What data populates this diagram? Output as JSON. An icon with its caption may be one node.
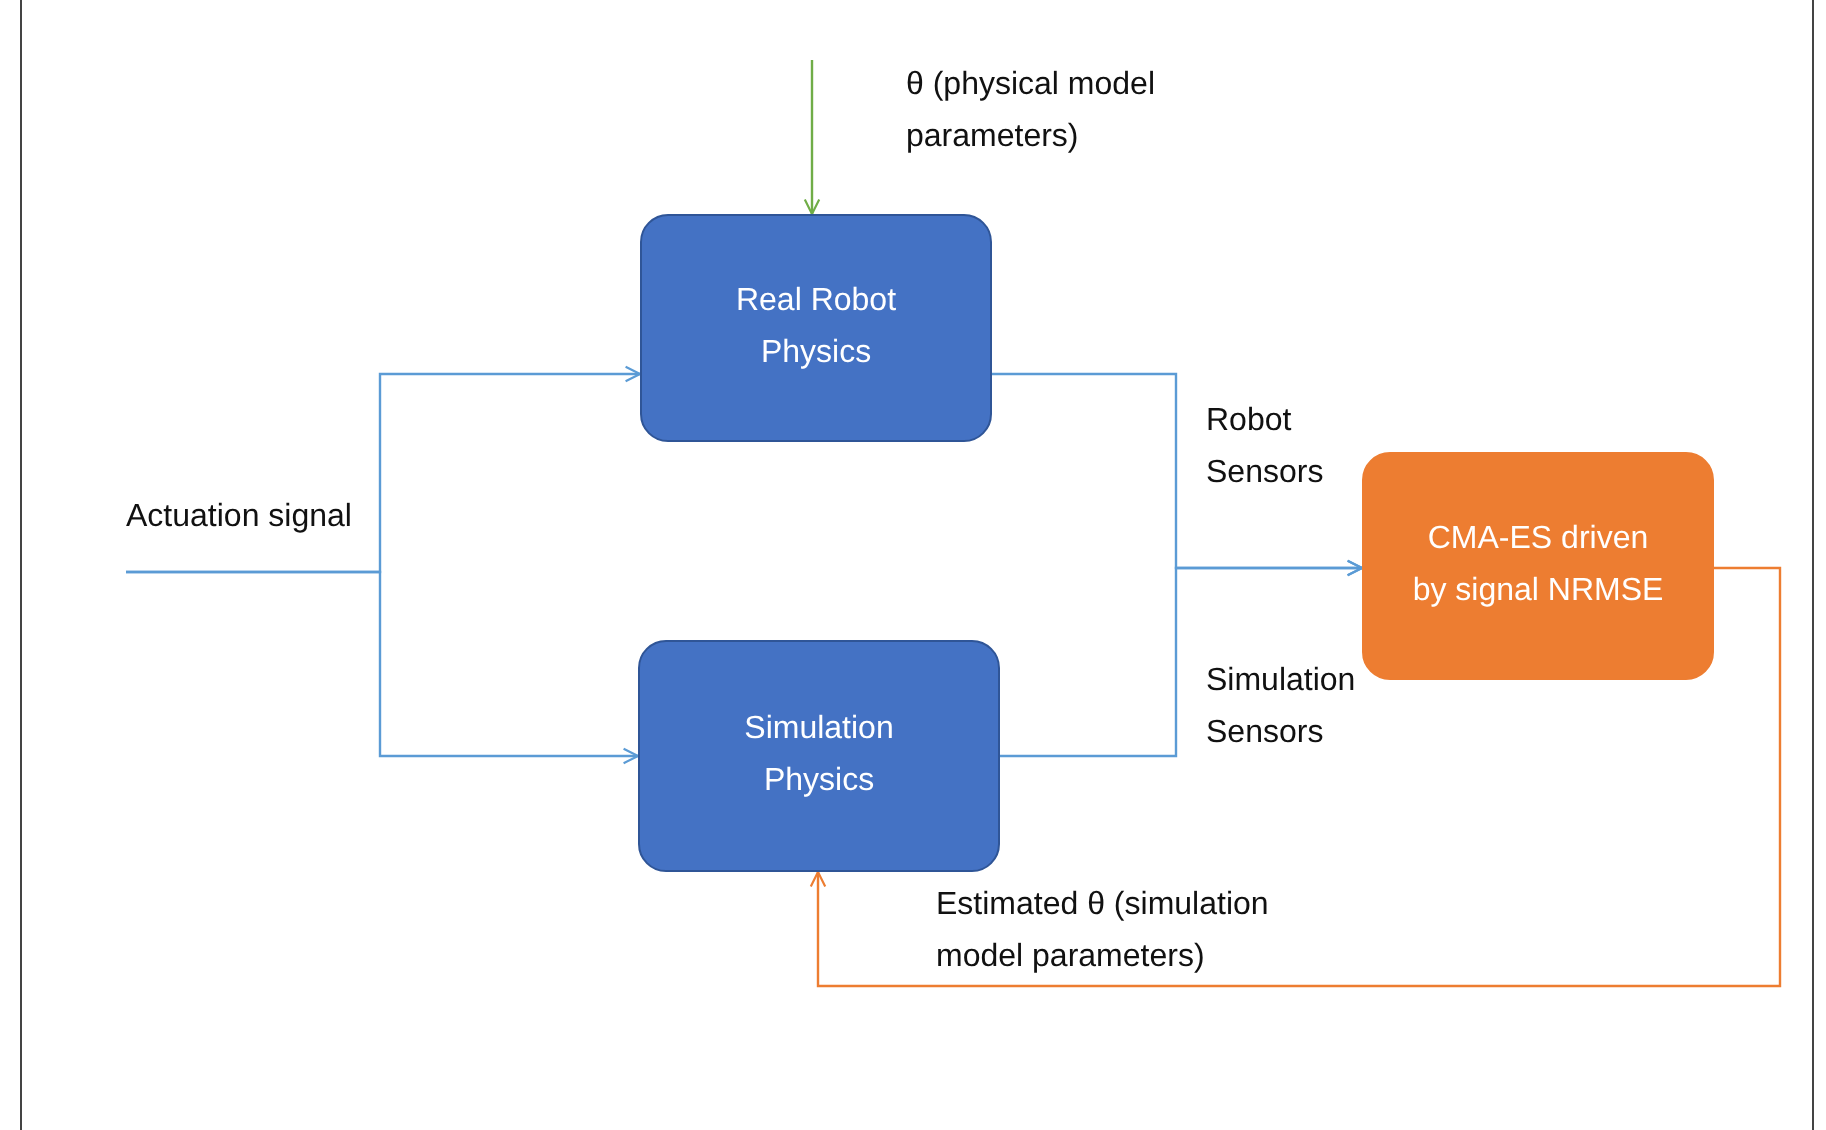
{
  "diagram": {
    "nodes": [
      {
        "text": [
          "Real Robot Physics"
        ]
      },
      {
        "text": [
          "Simulation Physics"
        ]
      },
      {
        "text": [
          "CMA-ES driven by signal NRMSE"
        ]
      }
    ],
    "edges": [
      {
        "from": null,
        "to": 0,
        "arrow": "to",
        "color": "#70ad47",
        "label": "θ (physical model parameters)"
      },
      {
        "from": null,
        "to": 0,
        "arrow": "to",
        "label": "Actuation signal"
      },
      {
        "from": null,
        "to": 1,
        "arrow": "to"
      },
      {
        "from": 0,
        "to": 2,
        "arrow": "to",
        "label": "Robot Sensors"
      },
      {
        "from": 1,
        "to": 2,
        "arrow": "to",
        "label": "Simulation Sensors"
      },
      {
        "from": 2,
        "to": 1,
        "arrow": "to",
        "color": "#ed7d31",
        "label": "Estimated θ (simulation model parameters)"
      }
    ]
  }
}
